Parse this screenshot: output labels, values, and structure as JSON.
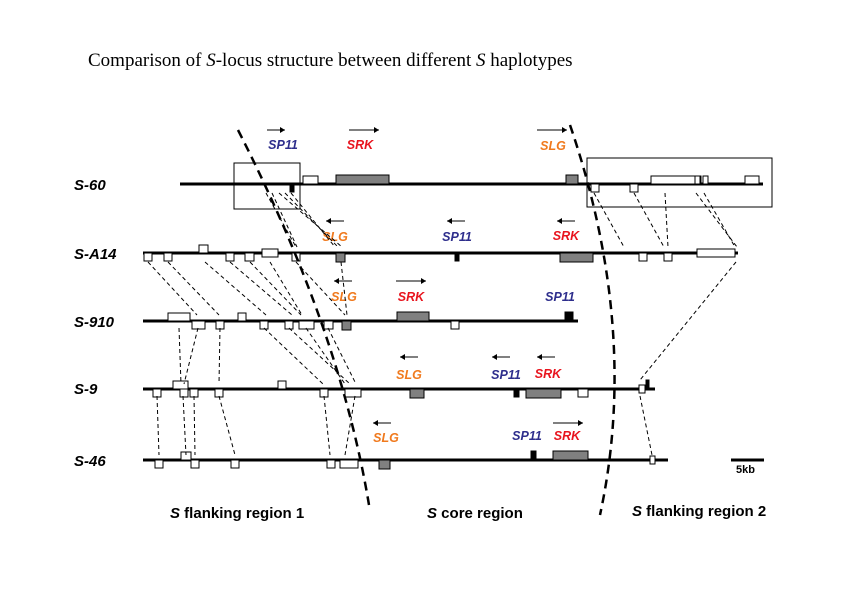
{
  "title": {
    "parts": [
      {
        "text": "Comparison of ",
        "italic": false
      },
      {
        "text": "S",
        "italic": true
      },
      {
        "text": "-locus structure between different ",
        "italic": false
      },
      {
        "text": "S",
        "italic": true
      },
      {
        "text": " haplotypes",
        "italic": false
      }
    ]
  },
  "colors": {
    "line": "#000000",
    "gray_block": "#808080",
    "SP11": "#2e2e8c",
    "SRK": "#e8141e",
    "SLG": "#f07a1e"
  },
  "haplotypes": [
    {
      "name": "S-60"
    },
    {
      "name": "S-A14"
    },
    {
      "name": "S-910"
    },
    {
      "name": "S-9"
    },
    {
      "name": "S-46"
    }
  ],
  "gene_labels": [
    {
      "gene": "SP11",
      "text": "SP11",
      "haplotype": "S-60",
      "direction": "right"
    },
    {
      "gene": "SRK",
      "text": "SRK",
      "haplotype": "S-60",
      "direction": "right"
    },
    {
      "gene": "SLG",
      "text": "SLG",
      "haplotype": "S-60",
      "direction": "right"
    },
    {
      "gene": "SLG",
      "text": "SLG",
      "haplotype": "S-A14",
      "direction": "left"
    },
    {
      "gene": "SP11",
      "text": "SP11",
      "haplotype": "S-A14",
      "direction": "left"
    },
    {
      "gene": "SRK",
      "text": "SRK",
      "haplotype": "S-A14",
      "direction": "left"
    },
    {
      "gene": "SLG",
      "text": "SLG",
      "haplotype": "S-910",
      "direction": "left"
    },
    {
      "gene": "SRK",
      "text": "SRK",
      "haplotype": "S-910",
      "direction": "right"
    },
    {
      "gene": "SP11",
      "text": "SP11",
      "haplotype": "S-910",
      "direction": "none"
    },
    {
      "gene": "SLG",
      "text": "SLG",
      "haplotype": "S-9",
      "direction": "left"
    },
    {
      "gene": "SP11",
      "text": "SP11",
      "haplotype": "S-9",
      "direction": "left"
    },
    {
      "gene": "SRK",
      "text": "SRK",
      "haplotype": "S-9",
      "direction": "left"
    },
    {
      "gene": "SLG",
      "text": "SLG",
      "haplotype": "S-46",
      "direction": "left"
    },
    {
      "gene": "SP11",
      "text": "SP11",
      "haplotype": "S-46",
      "direction": "none"
    },
    {
      "gene": "SRK",
      "text": "SRK",
      "haplotype": "S-46",
      "direction": "right"
    }
  ],
  "regions": [
    {
      "italic": "S",
      "text": " flanking region 1"
    },
    {
      "italic": "S",
      "text": " core region"
    },
    {
      "italic": "S",
      "text": " flanking region 2"
    }
  ],
  "scale_bar": {
    "label": "5kb"
  }
}
